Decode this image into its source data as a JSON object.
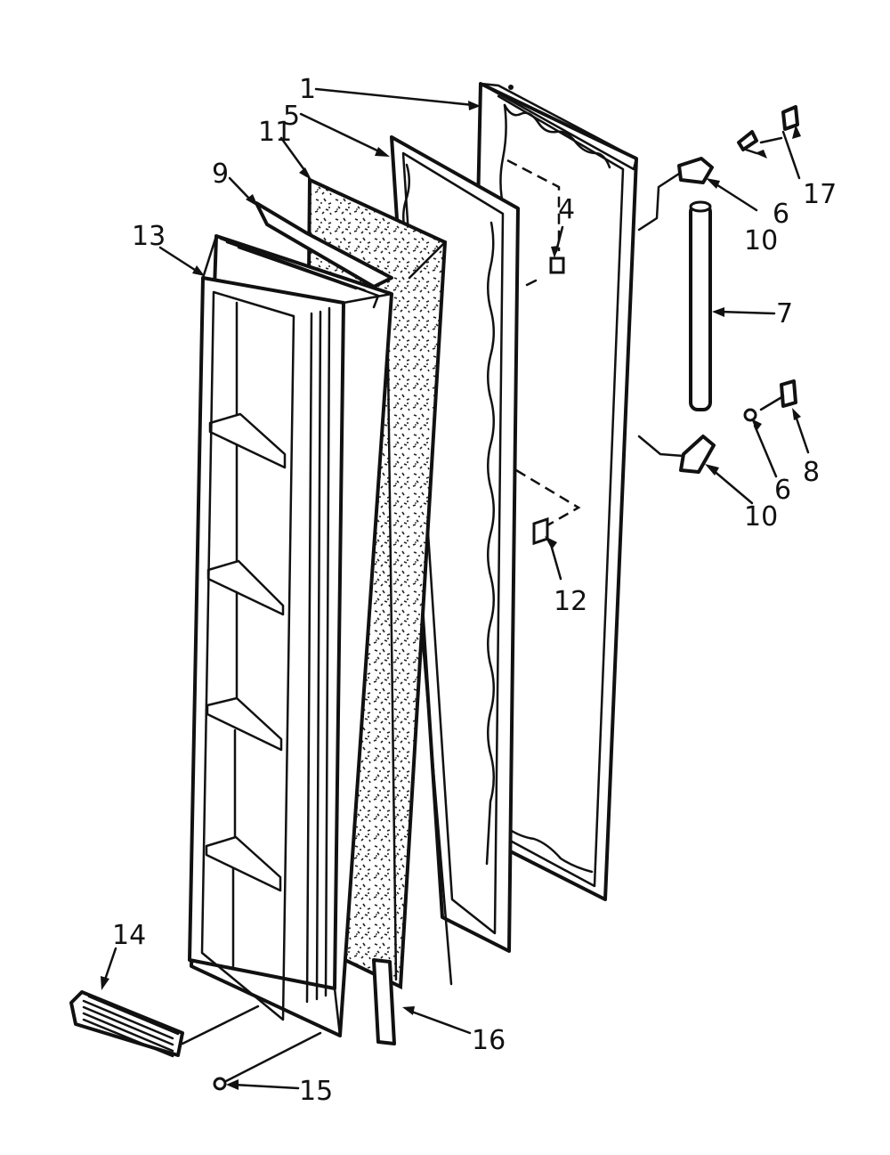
{
  "diagram": {
    "callouts": [
      {
        "id": "1",
        "label": "1"
      },
      {
        "id": "4",
        "label": "4"
      },
      {
        "id": "5",
        "label": "5"
      },
      {
        "id": "6a",
        "label": "6"
      },
      {
        "id": "6b",
        "label": "6"
      },
      {
        "id": "7",
        "label": "7"
      },
      {
        "id": "8",
        "label": "8"
      },
      {
        "id": "9",
        "label": "9"
      },
      {
        "id": "10a",
        "label": "10"
      },
      {
        "id": "10b",
        "label": "10"
      },
      {
        "id": "11",
        "label": "11"
      },
      {
        "id": "12",
        "label": "12"
      },
      {
        "id": "13",
        "label": "13"
      },
      {
        "id": "14",
        "label": "14"
      },
      {
        "id": "15",
        "label": "15"
      },
      {
        "id": "16",
        "label": "16"
      },
      {
        "id": "17",
        "label": "17"
      }
    ],
    "colors": {
      "ink": "#111111",
      "paper": "#ffffff"
    }
  }
}
